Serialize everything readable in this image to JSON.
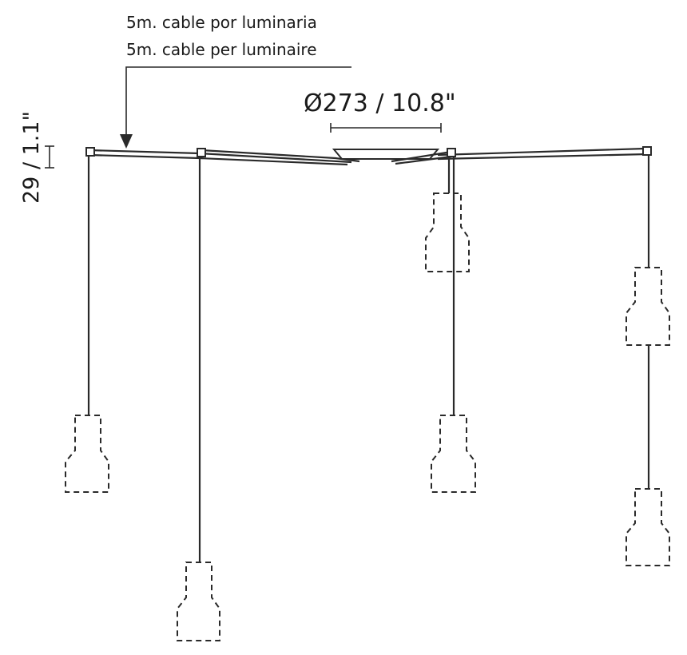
{
  "annotations": {
    "cable_note_es": "5m. cable por luminaria",
    "cable_note_en": "5m. cable per luminaire",
    "diameter": "Ø273 / 10.8\"",
    "height": "29 / 1.1\""
  },
  "colors": {
    "line": "#2a2a2a",
    "text": "#1a1a1a",
    "background": "#ffffff"
  },
  "lamp_count": 6
}
